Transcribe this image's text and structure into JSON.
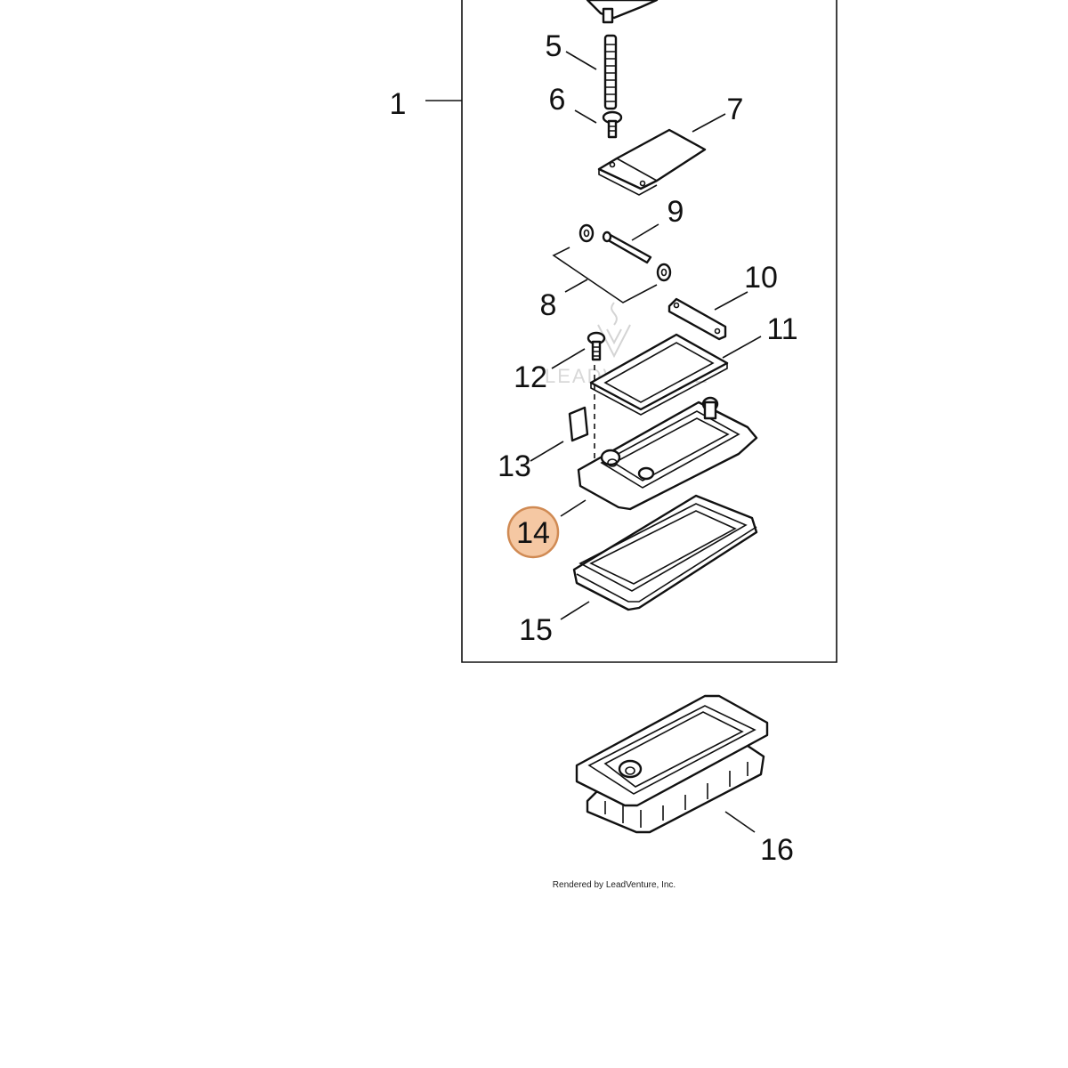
{
  "callouts": [
    {
      "id": "1",
      "label": "1"
    },
    {
      "id": "5",
      "label": "5"
    },
    {
      "id": "6",
      "label": "6"
    },
    {
      "id": "7",
      "label": "7"
    },
    {
      "id": "8",
      "label": "8"
    },
    {
      "id": "9",
      "label": "9"
    },
    {
      "id": "10",
      "label": "10"
    },
    {
      "id": "11",
      "label": "11"
    },
    {
      "id": "12",
      "label": "12"
    },
    {
      "id": "13",
      "label": "13"
    },
    {
      "id": "14",
      "label": "14",
      "highlighted": true
    },
    {
      "id": "15",
      "label": "15"
    },
    {
      "id": "16",
      "label": "16"
    }
  ],
  "highlight": {
    "callout": "14",
    "fill": "#f5c8a3",
    "stroke": "#d08a53"
  },
  "watermark": {
    "text": "LEADVENTURE"
  },
  "footer": {
    "text": "Rendered by LeadVenture, Inc."
  }
}
